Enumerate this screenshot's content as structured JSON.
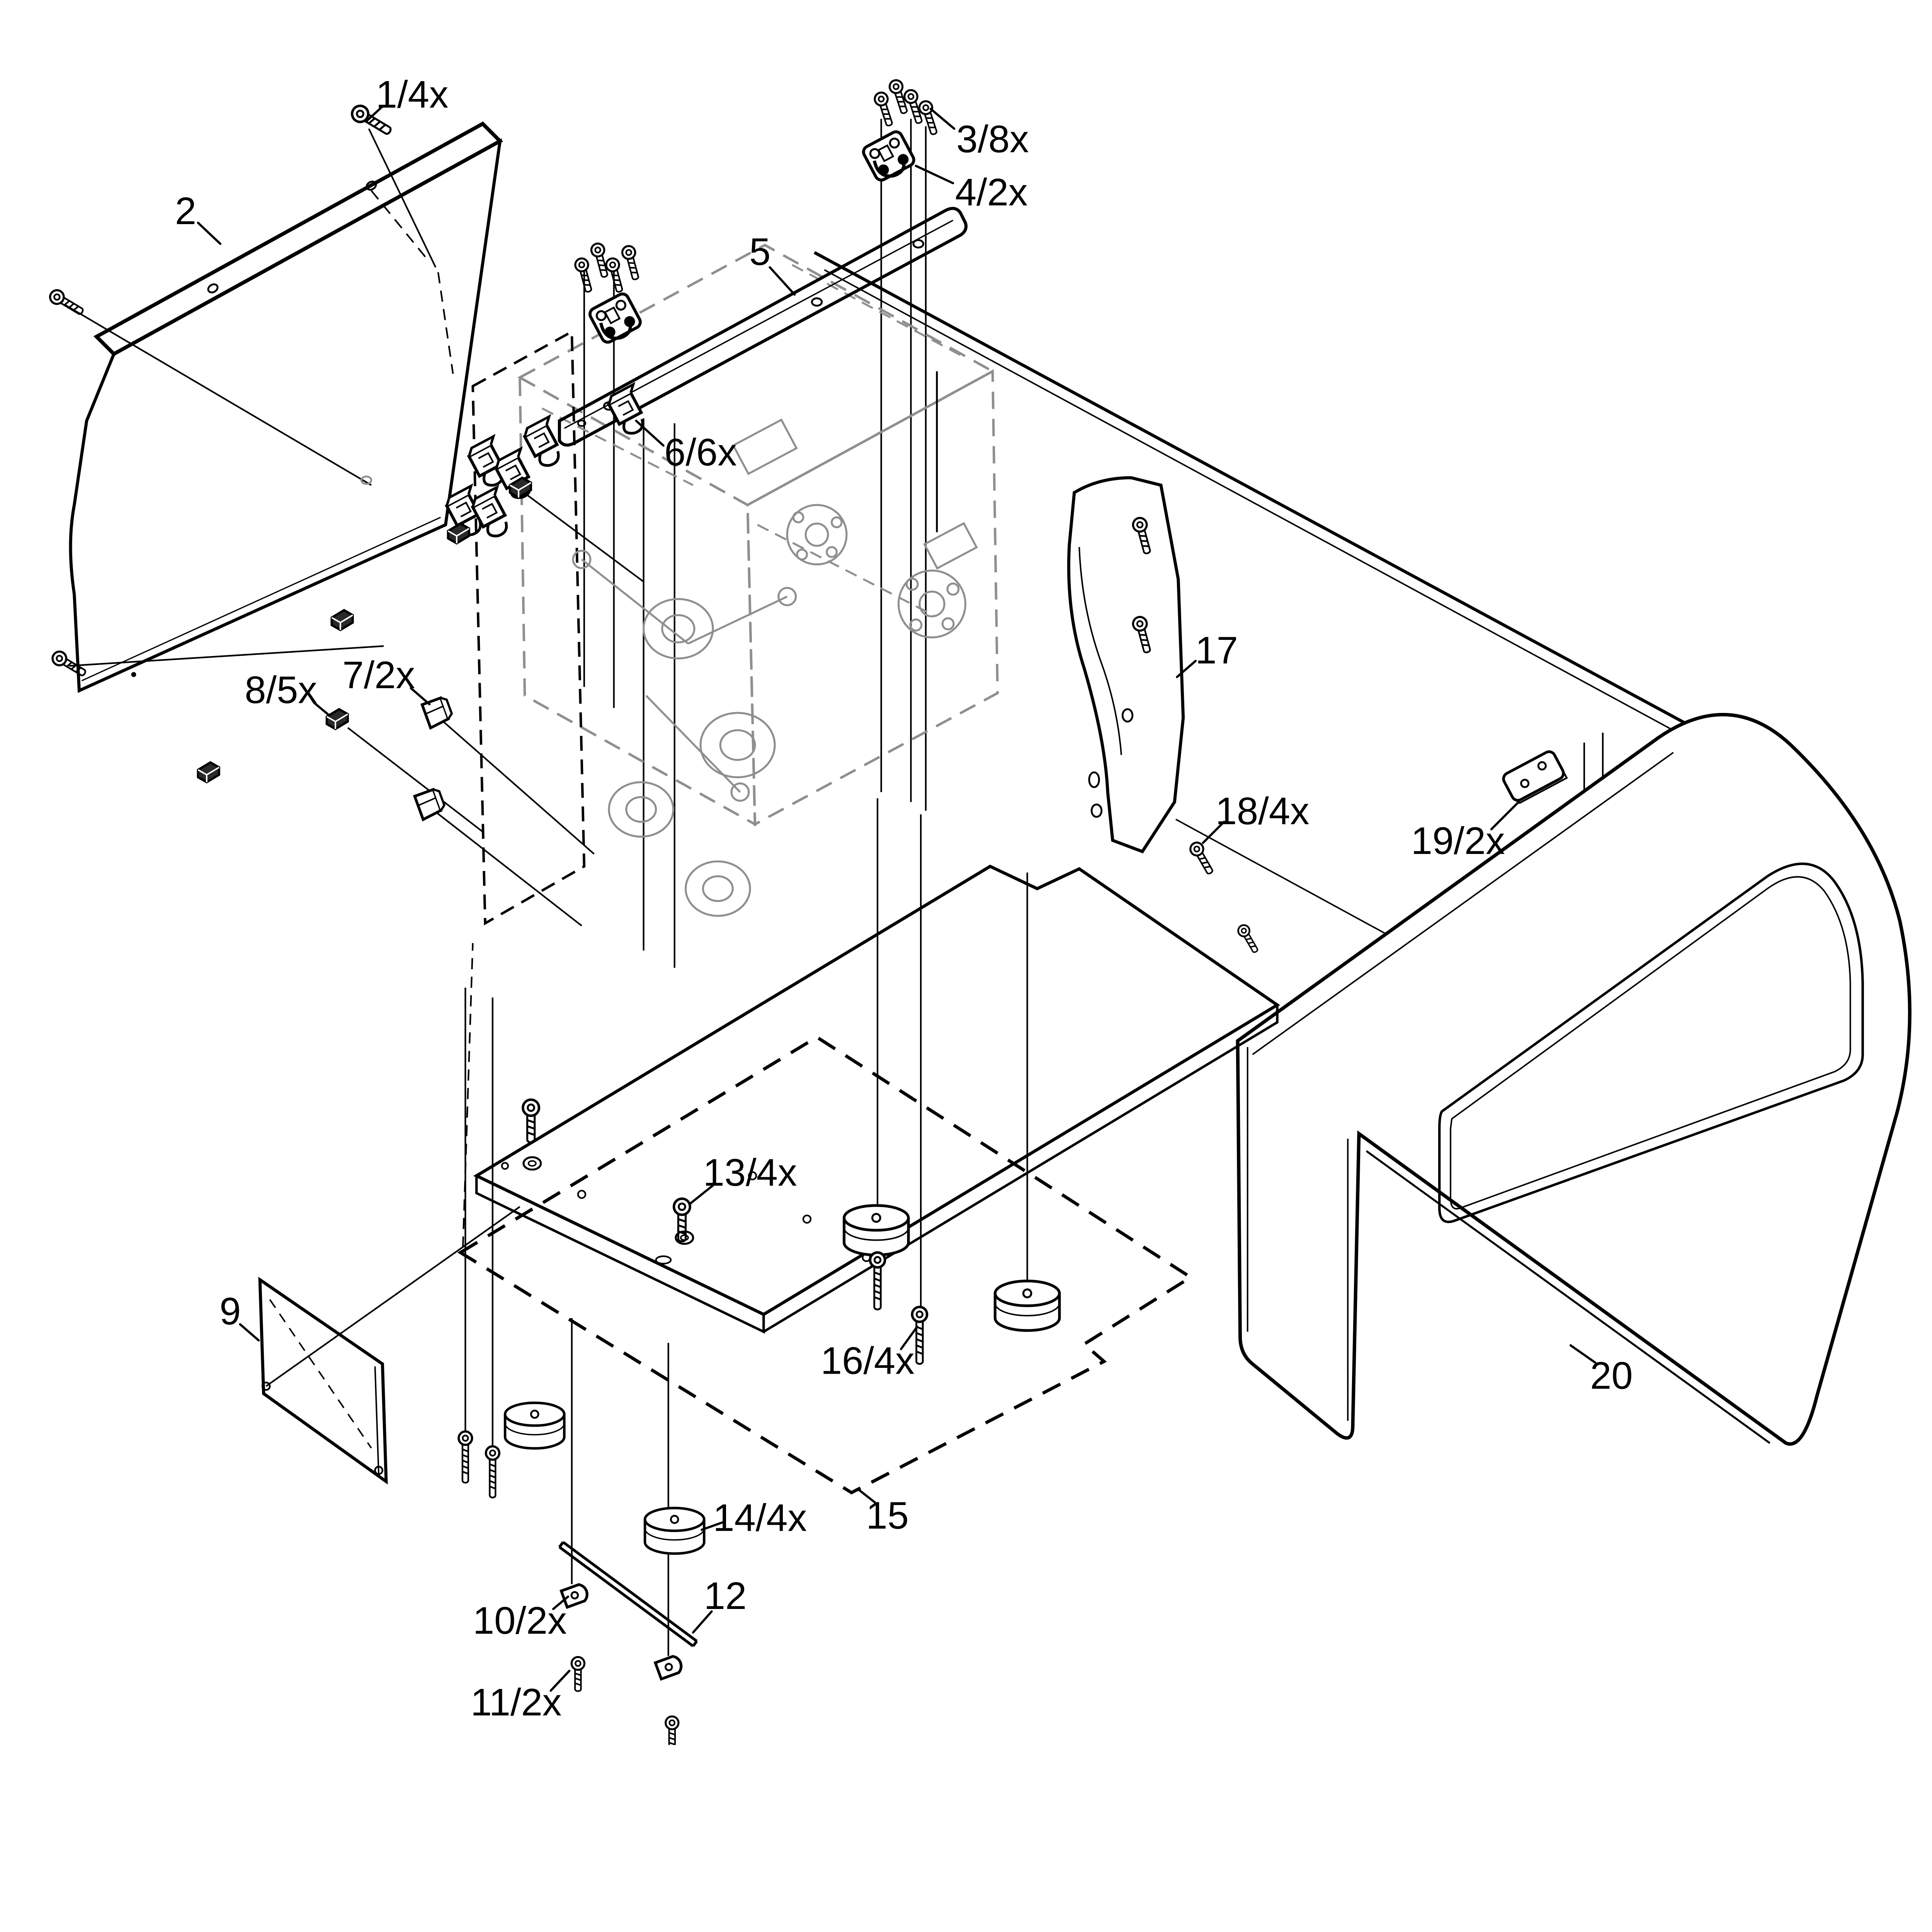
{
  "diagram": {
    "kind": "exploded-parts-diagram",
    "background": "#ffffff",
    "line_color": "#000000",
    "ghost_color": "#8f8f8f",
    "callouts": [
      {
        "part": "1",
        "qty": "4x",
        "label": "1/4x"
      },
      {
        "part": "2",
        "qty": "",
        "label": "2"
      },
      {
        "part": "3",
        "qty": "8x",
        "label": "3/8x"
      },
      {
        "part": "4",
        "qty": "2x",
        "label": "4/2x"
      },
      {
        "part": "5",
        "qty": "",
        "label": "5"
      },
      {
        "part": "6",
        "qty": "6x",
        "label": "6/6x"
      },
      {
        "part": "7",
        "qty": "2x",
        "label": "7/2x"
      },
      {
        "part": "8",
        "qty": "5x",
        "label": "8/5x"
      },
      {
        "part": "9",
        "qty": "",
        "label": "9"
      },
      {
        "part": "10",
        "qty": "2x",
        "label": "10/2x"
      },
      {
        "part": "11",
        "qty": "2x",
        "label": "11/2x"
      },
      {
        "part": "12",
        "qty": "",
        "label": "12"
      },
      {
        "part": "13",
        "qty": "4x",
        "label": "13/4x"
      },
      {
        "part": "14",
        "qty": "4x",
        "label": "14/4x"
      },
      {
        "part": "15",
        "qty": "",
        "label": "15"
      },
      {
        "part": "16",
        "qty": "4x",
        "label": "16/4x"
      },
      {
        "part": "17",
        "qty": "",
        "label": "17"
      },
      {
        "part": "18",
        "qty": "4x",
        "label": "18/4x"
      },
      {
        "part": "19",
        "qty": "2x",
        "label": "19/2x"
      },
      {
        "part": "20",
        "qty": "",
        "label": "20"
      }
    ]
  }
}
